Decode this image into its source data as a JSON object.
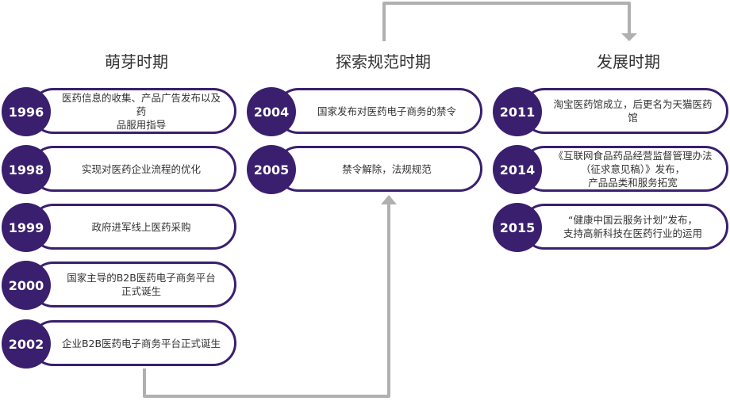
{
  "colors": {
    "accent": "#3a1f6e",
    "connector": "#b0b0b0"
  },
  "phases": [
    {
      "title": "萌芽时期",
      "items": [
        {
          "year": "1996",
          "text": "医药信息的收集、产品广告发布以及药\n品服用指导"
        },
        {
          "year": "1998",
          "text": "实现对医药企业流程的优化"
        },
        {
          "year": "1999",
          "text": "政府进军线上医药采购"
        },
        {
          "year": "2000",
          "text": "国家主导的B2B医药电子商务平台\n正式诞生"
        },
        {
          "year": "2002",
          "text": "企业B2B医药电子商务平台正式诞生"
        }
      ]
    },
    {
      "title": "探索规范时期",
      "items": [
        {
          "year": "2004",
          "text": "国家发布对医药电子商务的禁令"
        },
        {
          "year": "2005",
          "text": "禁令解除，法规规范"
        }
      ]
    },
    {
      "title": "发展时期",
      "items": [
        {
          "year": "2011",
          "text": "淘宝医药馆成立，后更名为天猫医药馆"
        },
        {
          "year": "2014",
          "text": "《互联网食品药品经营监督管理办法\n（征求意见稿）》发布，\n产品品类和服务拓宽"
        },
        {
          "year": "2015",
          "text": "“健康中国云服务计划”发布，\n支持高新科技在医药行业的运用"
        }
      ]
    }
  ]
}
